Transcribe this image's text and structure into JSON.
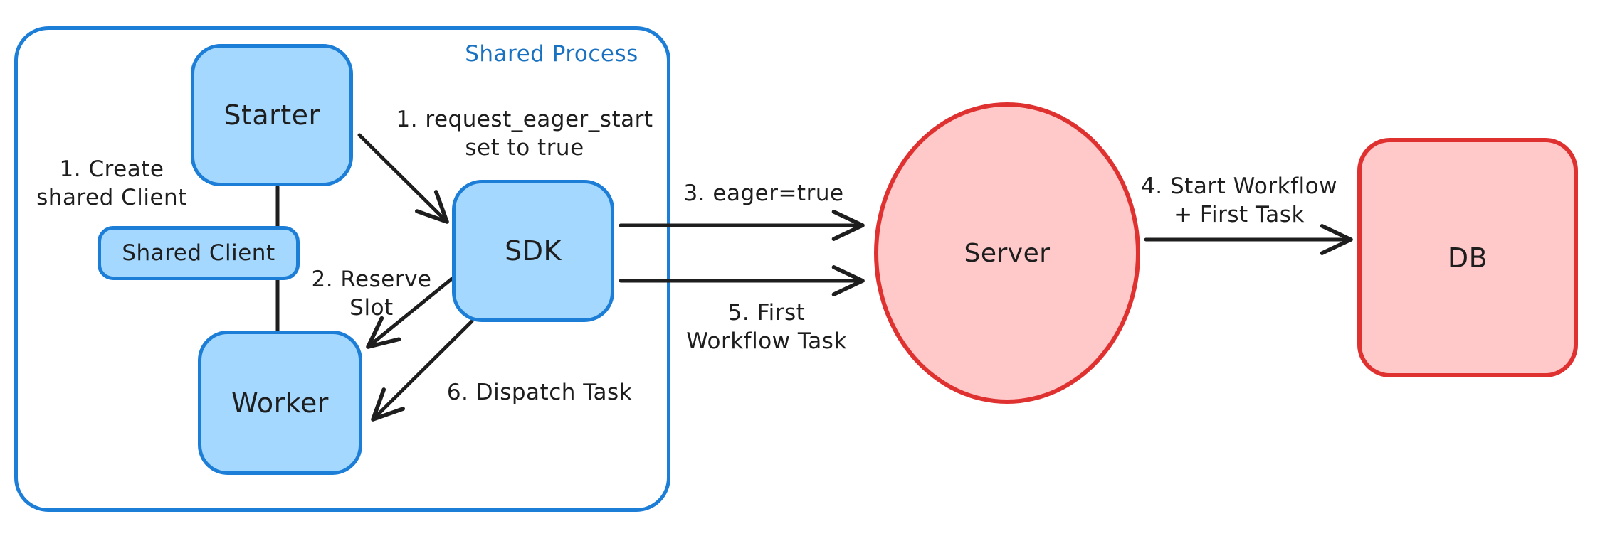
{
  "shared_process": {
    "title": "Shared Process"
  },
  "nodes": {
    "starter": {
      "label": "Starter"
    },
    "shared_client": {
      "label": "Shared Client"
    },
    "worker": {
      "label": "Worker"
    },
    "sdk": {
      "label": "SDK"
    },
    "server": {
      "label": "Server"
    },
    "db": {
      "label": "DB"
    }
  },
  "annotations": {
    "create_shared_client": "1. Create\nshared Client",
    "request_eager_start": "1. request_eager_start\nset to true",
    "reserve_slot": "2. Reserve\nSlot",
    "eager_true": "3. eager=true",
    "start_workflow_first_task": "4. Start Workflow\n+ First Task",
    "first_workflow_task": "5. First\nWorkflow Task",
    "dispatch_task": "6. Dispatch Task"
  },
  "colors": {
    "blue_stroke": "#1c7ed6",
    "blue_fill": "#a5d8ff",
    "blue_text": "#1971c2",
    "red_stroke": "#e03131",
    "red_fill": "#ffc9c9",
    "ink": "#1e1e1e",
    "background": "#ffffff"
  }
}
